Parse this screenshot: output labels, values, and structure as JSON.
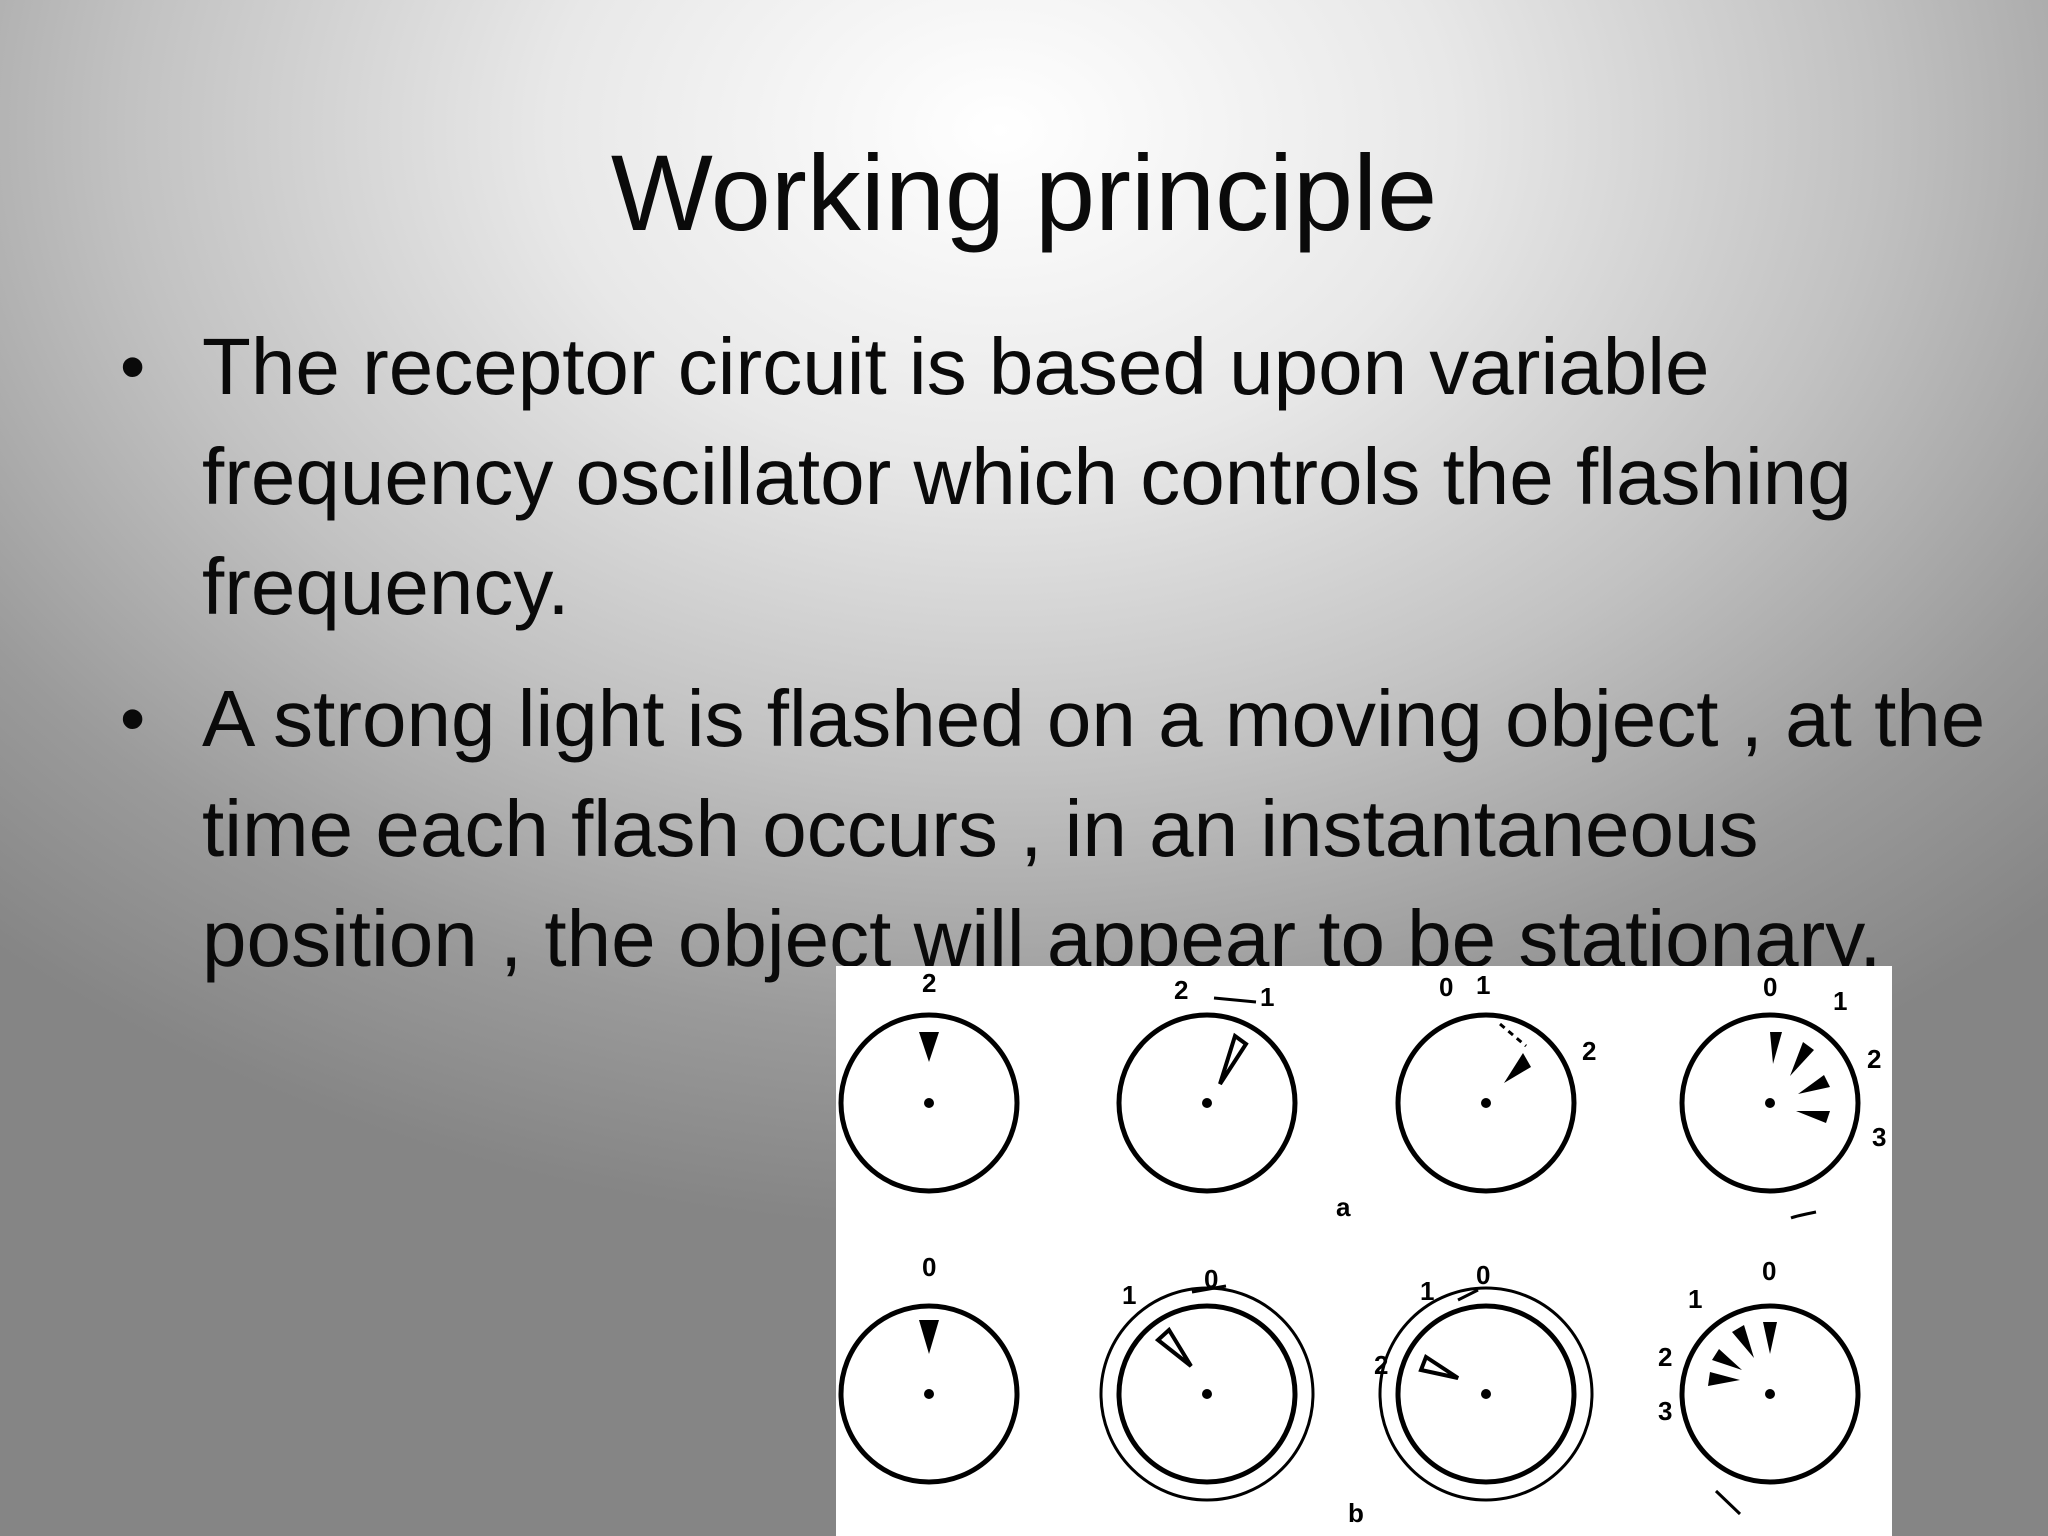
{
  "slide": {
    "title": "Working principle",
    "bullets": [
      "The receptor circuit is based upon variable frequency oscillator which controls the flashing frequency.",
      "A strong light is flashed on a moving object , at the time each flash occurs , in an instantaneous position , the object will appear to be stationary."
    ]
  },
  "figure": {
    "row_a_label": "a",
    "row_b_label": "b",
    "a1": [
      "2"
    ],
    "a2": [
      "2",
      "1"
    ],
    "a3": [
      "0",
      "1",
      "2"
    ],
    "a4": [
      "0",
      "1",
      "2",
      "3"
    ],
    "b1": [
      "0"
    ],
    "b2": [
      "1",
      "0"
    ],
    "b3": [
      "1",
      "0",
      "2"
    ],
    "b4": [
      "0",
      "1",
      "2",
      "3"
    ]
  }
}
